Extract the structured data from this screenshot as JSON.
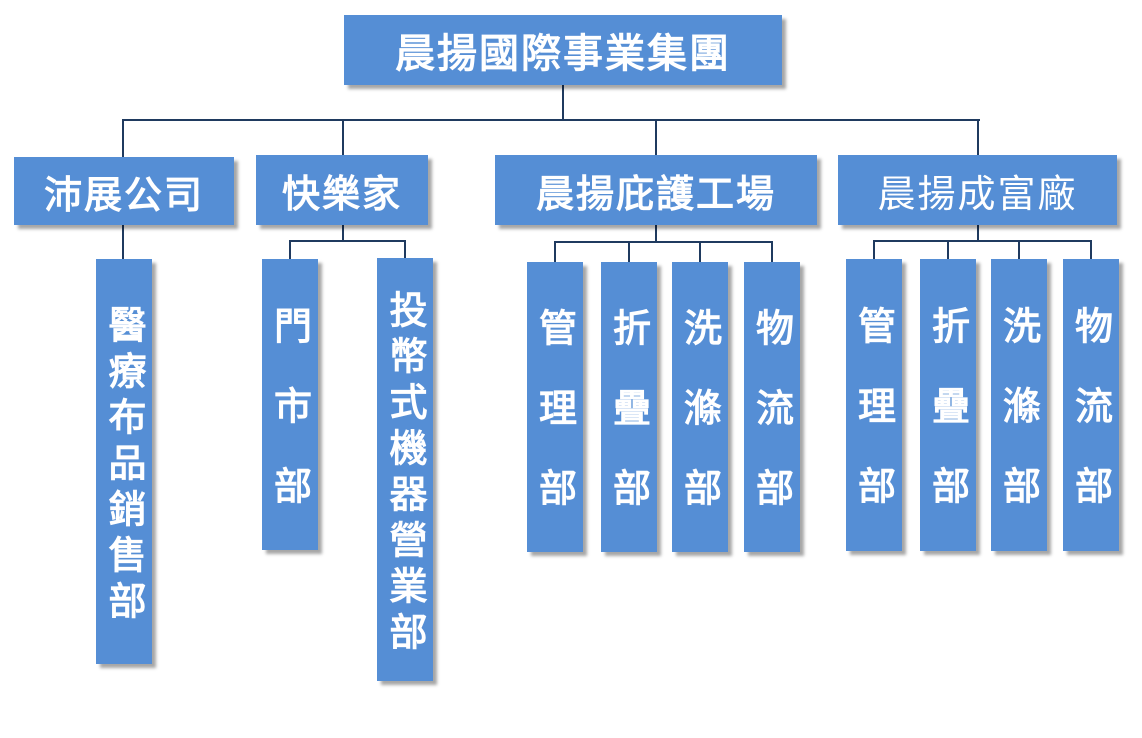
{
  "root": {
    "label": "晨揚國際事業集團"
  },
  "divisions": [
    {
      "label": "沛展公司",
      "departments": [
        {
          "label": "醫療布品銷售部"
        }
      ]
    },
    {
      "label": "快樂家",
      "departments": [
        {
          "label": "門市部"
        },
        {
          "label": "投幣式機器營業部"
        }
      ]
    },
    {
      "label": "晨揚庇護工場",
      "departments": [
        {
          "label": "管理部"
        },
        {
          "label": "折疊部"
        },
        {
          "label": "洗滌部"
        },
        {
          "label": "物流部"
        }
      ]
    },
    {
      "label": "晨揚成富廠",
      "departments": [
        {
          "label": "管理部"
        },
        {
          "label": "折疊部"
        },
        {
          "label": "洗滌部"
        },
        {
          "label": "物流部"
        }
      ]
    }
  ],
  "colors": {
    "box": "#558ed5",
    "line": "#1f3a5f",
    "text": "#ffffff"
  }
}
